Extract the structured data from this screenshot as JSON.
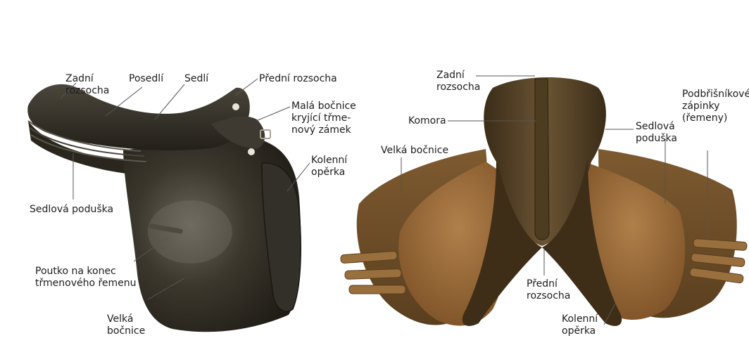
{
  "colors": {
    "background": "#ffffff",
    "label_text": "#1c1c1c",
    "leader_line": "#555555",
    "left_saddle_leather": "#2f2a1f",
    "left_saddle_highlight": "#5b564a",
    "right_saddle_leather": "#4a3a22",
    "right_saddle_panel": "#8a5a2c",
    "right_saddle_panel_light": "#a97a44"
  },
  "left_saddle": {
    "image_name": "english-saddle-side-view",
    "labels": {
      "zadni_rozsocha": [
        "Zadní",
        "rozsocha"
      ],
      "posedli": [
        "Posedlí"
      ],
      "sedli": [
        "Sedlí"
      ],
      "predni_rozsocha": [
        "Přední rozsocha"
      ],
      "mala_bocnice": [
        "Malá bočnice",
        "kryjící třme-",
        "nový zámek"
      ],
      "kolenni_operka": [
        "Kolenní",
        "opěrka"
      ],
      "sedlova_poduska": [
        "Sedlová poduška"
      ],
      "poutko": [
        "Poutko na konec",
        "třmenového řemenu"
      ],
      "velka_bocnice": [
        "Velká",
        "bočnice"
      ]
    }
  },
  "right_saddle": {
    "image_name": "english-saddle-underside-view",
    "labels": {
      "zadni_rozsocha": [
        "Zadní",
        "rozsocha"
      ],
      "komora": [
        "Komora"
      ],
      "velka_bocnice": [
        "Velká bočnice"
      ],
      "sedlova_poduska": [
        "Sedlová",
        "poduška"
      ],
      "podbrisnikove": [
        "Podbřišníkové",
        "zápinky",
        "(řemeny)"
      ],
      "predni_rozsocha": [
        "Přední",
        "rozsocha"
      ],
      "kolenni_operka": [
        "Kolenní",
        "opěrka"
      ]
    }
  }
}
